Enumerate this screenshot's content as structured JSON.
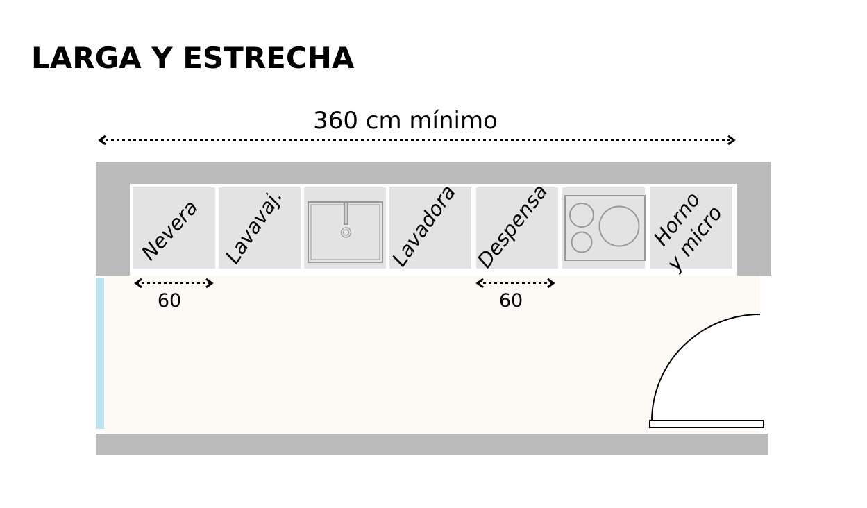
{
  "title": "LARGA Y ESTRECHA",
  "total_dimension": "360 cm mínimo",
  "modules": [
    {
      "label": "Nevera",
      "icon": "fridge"
    },
    {
      "label": "Lavavaj.",
      "icon": "dishwasher"
    },
    {
      "label": "",
      "icon": "sink-icon"
    },
    {
      "label": "Lavadora",
      "icon": "washing-machine"
    },
    {
      "label": "Despensa",
      "icon": "pantry"
    },
    {
      "label": "",
      "icon": "cooktop-icon"
    },
    {
      "label_line1": "Horno",
      "label_line2": "y micro",
      "icon": "oven"
    }
  ],
  "module_dimensions": [
    "60",
    "60"
  ],
  "colors": {
    "wall": "#bbbbbb",
    "module": "#e3e3e3",
    "floor": "#fdfaf5",
    "window": "#bde3f3"
  }
}
